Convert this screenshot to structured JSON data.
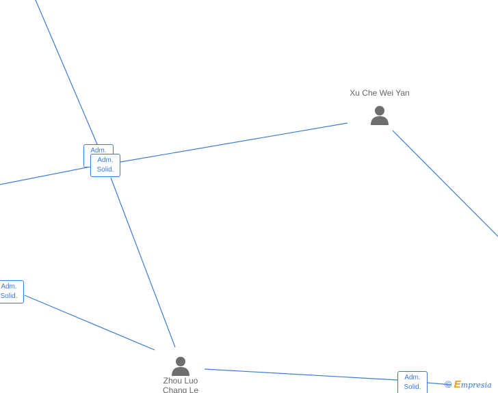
{
  "nodes": {
    "person_1": {
      "name": "Xu Che Wei Yan"
    },
    "person_2": {
      "name_line1": "Zhou Luo",
      "name_line2": "Chang Le"
    }
  },
  "badges": [
    {
      "line1": "Adm.",
      "line2": "Solid."
    },
    {
      "line1": "Adm.",
      "line2": "Solid."
    },
    {
      "line1": "Adm.",
      "line2": "Solid."
    },
    {
      "line1": "Adm.",
      "line2": "Solid."
    }
  ],
  "icons": {
    "person": "person-silhouette-icon",
    "copyright": "copyright-icon"
  },
  "colors": {
    "edge": "#3a7bd5",
    "icon": "#6e6e6e",
    "brand_accent": "#f39c12"
  },
  "brand": {
    "copyright_symbol": "©",
    "initial": "E",
    "rest": "mpresia"
  }
}
